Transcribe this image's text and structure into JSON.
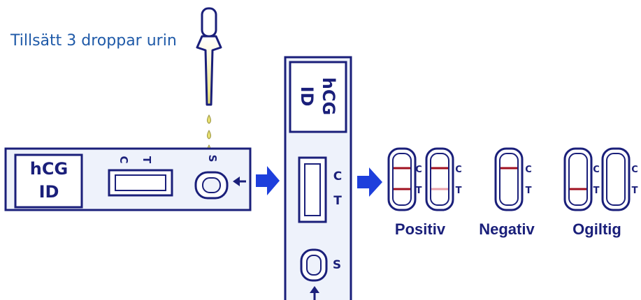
{
  "instruction": "Tillsätt 3 droppar urin",
  "cassette": {
    "line1": "hCG",
    "line2": "ID",
    "c_label": "C",
    "t_label": "T",
    "s_label": "S"
  },
  "results": {
    "positive": "Positiv",
    "negative": "Negativ",
    "invalid": "Ogiltig"
  },
  "colors": {
    "outline": "#1a1f7a",
    "cassette_fill": "#eef2fb",
    "arrow": "#1e3fdc",
    "line_red": "#a01020",
    "line_faint": "#e8a0a8",
    "instruction_text": "#1f5aa8",
    "urine_drop": "#e8e070"
  },
  "icons": [
    "pipette-icon",
    "urine-drop-icon",
    "right-arrow-icon",
    "up-arrow-icon",
    "left-arrow-icon"
  ]
}
